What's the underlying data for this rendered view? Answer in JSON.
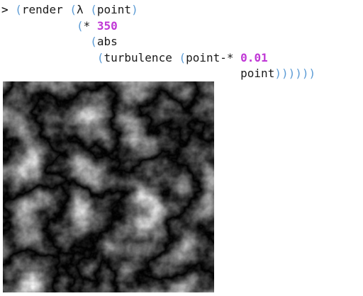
{
  "repl": {
    "prompt": ">",
    "lines": [
      [
        {
          "k": "prompt",
          "t": "> "
        },
        {
          "k": "paren",
          "t": "("
        },
        {
          "k": "text",
          "t": "render "
        },
        {
          "k": "paren",
          "t": "("
        },
        {
          "k": "text",
          "t": "λ "
        },
        {
          "k": "paren",
          "t": "("
        },
        {
          "k": "text",
          "t": "point"
        },
        {
          "k": "paren",
          "t": ")"
        }
      ],
      [
        {
          "k": "text",
          "t": "           "
        },
        {
          "k": "paren",
          "t": "("
        },
        {
          "k": "text",
          "t": "* "
        },
        {
          "k": "num",
          "t": "350"
        }
      ],
      [
        {
          "k": "text",
          "t": "             "
        },
        {
          "k": "paren",
          "t": "("
        },
        {
          "k": "text",
          "t": "abs"
        }
      ],
      [
        {
          "k": "text",
          "t": "              "
        },
        {
          "k": "paren",
          "t": "("
        },
        {
          "k": "text",
          "t": "turbulence "
        },
        {
          "k": "paren",
          "t": "("
        },
        {
          "k": "text",
          "t": "point-* "
        },
        {
          "k": "num",
          "t": "0.01"
        }
      ],
      [
        {
          "k": "text",
          "t": "                                   "
        },
        {
          "k": "text",
          "t": "point"
        },
        {
          "k": "paren",
          "t": "))))))"
        }
      ]
    ]
  },
  "output_image": {
    "kind": "turbulence-noise-render",
    "colormap": "grayscale",
    "seed": 7
  },
  "colors": {
    "paren": "#5b9bd5",
    "number": "#c038d6",
    "text": "#1a1a1a",
    "background": "#ffffff"
  }
}
